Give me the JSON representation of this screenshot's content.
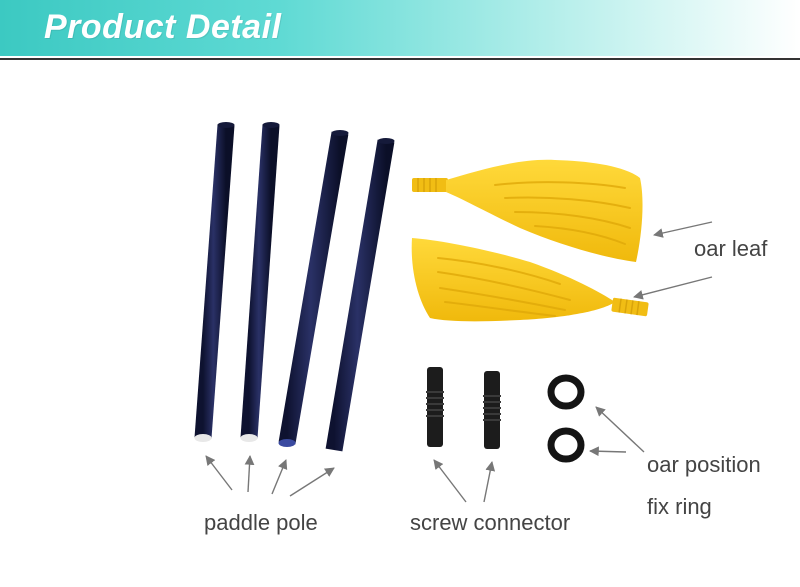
{
  "banner": {
    "title": "Product Detail",
    "gradient_start": "#3cc9c2",
    "gradient_end": "#ffffff"
  },
  "labels": {
    "oar_leaf": "oar leaf",
    "oar_position": "oar position",
    "fix_ring": "fix ring",
    "paddle_pole": "paddle pole",
    "screw_connector": "screw connector"
  },
  "colors": {
    "pole": "#1a1f45",
    "blade": "#f7c81f",
    "connector": "#1c1c1c",
    "ring": "#141414",
    "arrow": "#777777"
  }
}
